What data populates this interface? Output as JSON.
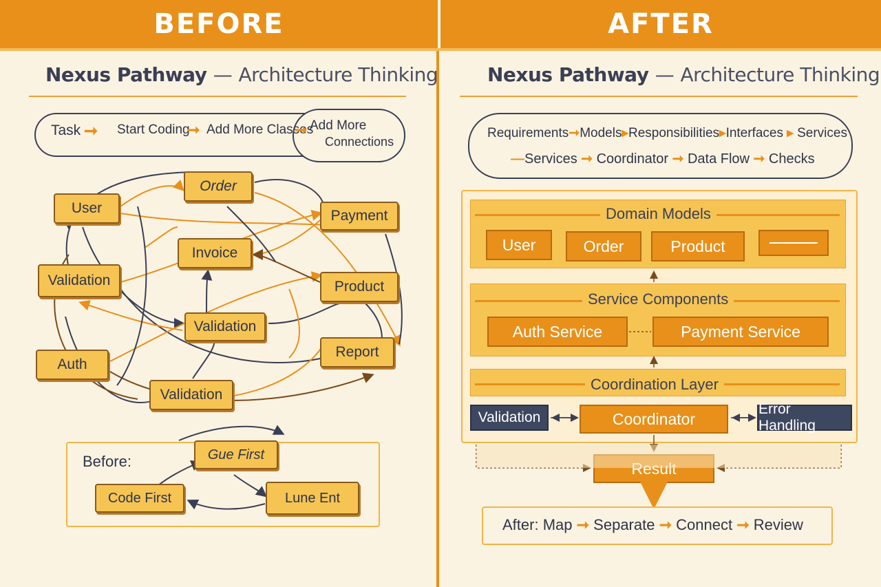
{
  "header": {
    "left_label": "BEFORE",
    "right_label": "AFTER"
  },
  "before": {
    "title_main": "Nexus Pathway",
    "title_dash": "—",
    "title_sub": "Architecture Thinking",
    "flow": {
      "task": "Task",
      "start": "Start Coding",
      "add_classes": "Add More Classes",
      "add_more": "Add More",
      "connections": "Connections"
    },
    "nodes": {
      "order": "Order",
      "user": "User",
      "payment": "Payment",
      "invoice": "Invoice",
      "validation_left": "Validation",
      "product": "Product",
      "validation_center": "Validation",
      "auth": "Auth",
      "report": "Report",
      "validation_bottom": "Validation"
    },
    "legend": {
      "label": "Before:",
      "guess_first": "Gиe First",
      "code_first": "Code First",
      "lune_ent": "Lune Ent"
    }
  },
  "after": {
    "title_main": "Nexus Pathway",
    "title_dash": "—",
    "title_sub": "Architecture Thinking",
    "flow_row1": [
      "Requirements",
      "Models",
      "Responsibilities",
      "Interfaces",
      "Services"
    ],
    "flow_row2": [
      "Services",
      "Coordinator",
      "Data Flow",
      "Checks"
    ],
    "domain": {
      "label": "Domain Models",
      "items": [
        "User",
        "Order",
        "Product"
      ]
    },
    "services": {
      "label": "Service Components",
      "auth": "Auth Service",
      "payment": "Payment Service"
    },
    "coordination": {
      "label": "Coordination Layer",
      "validation": "Validation",
      "coordinator": "Coordinator",
      "error": "Error Handling"
    },
    "result": "Result",
    "summary": {
      "label": "After:",
      "steps": [
        "Map",
        "Separate",
        "Connect",
        "Review"
      ]
    }
  },
  "colors": {
    "accent": "#e8901a",
    "node": "#f6c453",
    "dark": "#3e4760",
    "background": "#fbf3e2"
  }
}
